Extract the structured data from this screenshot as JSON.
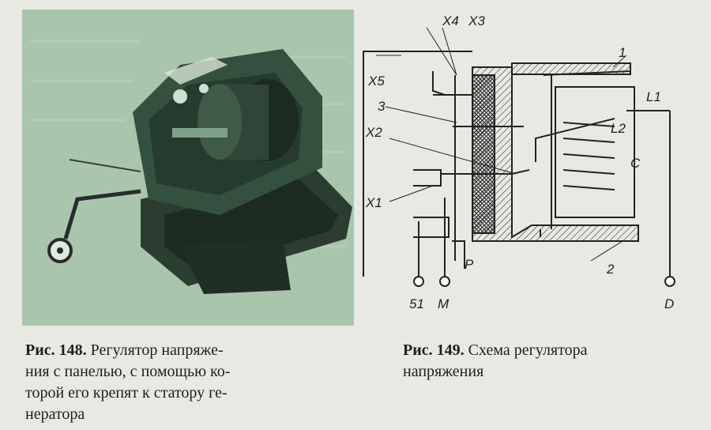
{
  "figure_148": {
    "caption_lines": [
      {
        "number": "Рис. 148.",
        "text": "Регулятор напряже-"
      },
      {
        "number": "",
        "text": "ния с панелью, с помощью ко-"
      },
      {
        "number": "",
        "text": "торой его крепят к статору ге-"
      },
      {
        "number": "",
        "text": "нератора"
      }
    ]
  },
  "figure_149": {
    "caption_lines": [
      {
        "number": "Рис. 149.",
        "text": "Схема регулятора"
      },
      {
        "number": "",
        "text": "напряжения"
      }
    ],
    "labels": {
      "x4": "X4",
      "x3": "X3",
      "x5": "X5",
      "n3": "3",
      "x2": "X2",
      "x1": "X1",
      "n1": "1",
      "l1": "L1",
      "l2": "L2",
      "c": "C",
      "n2": "2",
      "p": "P",
      "t51": "51",
      "tm": "M",
      "td": "D"
    }
  }
}
